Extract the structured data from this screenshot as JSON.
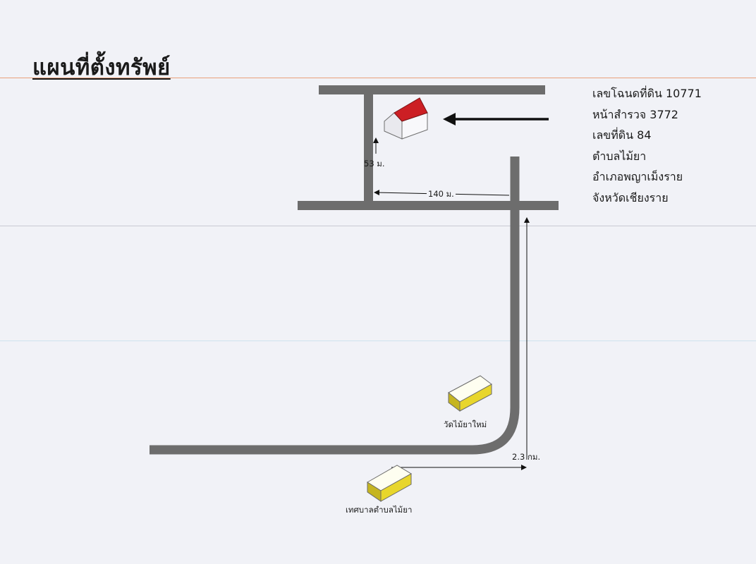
{
  "title": "แผนที่ตั้งทรัพย์",
  "info_lines": [
    "เลขโฉนดที่ดิน 10771",
    "หน้าสำรวจ 3772",
    "เลขที่ดิน 84",
    "ตำบลไม้ยา",
    "อำเภอพญาเม็งราย",
    "จังหวัดเชียงราย"
  ],
  "distances": {
    "d_house": "53 ม.",
    "d_side": "140 ม.",
    "d_main": "2.3 กม."
  },
  "landmarks": {
    "temple": "วัดไม้ยาใหม่",
    "municipality": "เทศบาลตำบลไม้ยา"
  },
  "colors": {
    "background": "#f1f2f7",
    "road": "#6d6d6d",
    "house_roof": "#cc1f24",
    "building_top": "#fefef0",
    "building_front": "#e8d62c",
    "accent_line": "#e07a3a"
  },
  "icons": [
    "house-icon",
    "temple-building-icon",
    "municipality-building-icon",
    "arrow-icon"
  ]
}
